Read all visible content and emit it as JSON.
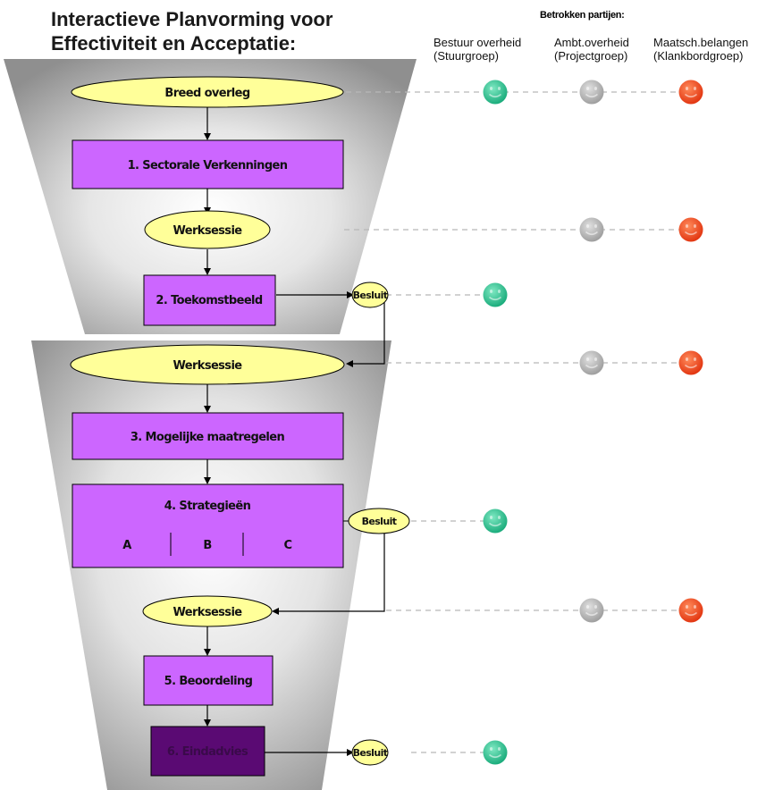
{
  "title": {
    "line1": "Interactieve Planvorming voor",
    "line2": "Effectiviteit en Acceptatie:"
  },
  "parties": {
    "heading": "Betrokken partijen:",
    "columns": [
      {
        "line1": "Bestuur overheid",
        "line2": "(Stuurgroep)"
      },
      {
        "line1": "Ambt.overheid",
        "line2": "(Projectgroep)"
      },
      {
        "line1": "Maatsch.belangen",
        "line2": "(Klankbordgroep)"
      }
    ]
  },
  "nodes": {
    "breed_overleg": "Breed overleg",
    "step1": "1. Sectorale Verkenningen",
    "werksessie_1": "Werksessie",
    "step2": "2. Toekomstbeeld",
    "besluit_1": "Besluit",
    "werksessie_2": "Werksessie",
    "step3": "3. Mogelijke maatregelen",
    "step4": "4. Strategieën",
    "strategies": [
      "A",
      "B",
      "C"
    ],
    "besluit_2": "Besluit",
    "werksessie_3": "Werksessie",
    "step5": "5. Beoordeling",
    "step6": "6. Eindadvies",
    "besluit_3": "Besluit"
  },
  "involvement": [
    {
      "row": "Breed overleg",
      "parties": [
        "green",
        "grey",
        "red"
      ]
    },
    {
      "row": "Werksessie",
      "parties": [
        "grey",
        "red"
      ]
    },
    {
      "row": "Besluit",
      "parties": [
        "green"
      ]
    },
    {
      "row": "Werksessie",
      "parties": [
        "grey",
        "red"
      ]
    },
    {
      "row": "Besluit",
      "parties": [
        "green"
      ]
    },
    {
      "row": "Werksessie",
      "parties": [
        "grey",
        "red"
      ]
    },
    {
      "row": "Besluit",
      "parties": [
        "green"
      ]
    }
  ],
  "colors": {
    "box": "#cc66ff",
    "box_dark": "#5a0a73",
    "ellipse": "#ffff99",
    "face_green": "#1fbf8a",
    "face_grey": "#a8a8a8",
    "face_red": "#ee3a14",
    "dashed": "#b8b8b8"
  }
}
